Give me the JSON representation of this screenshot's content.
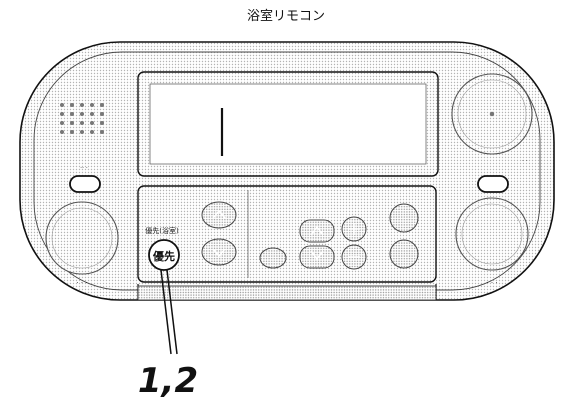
{
  "title": "浴室リモコン",
  "callout": "1,2",
  "buttons": {
    "priority_label": "優先",
    "priority_caption": "優先(浴室)"
  },
  "colors": {
    "outline": "#111111",
    "dot_fill": "#bdbdbd",
    "paper": "#ffffff"
  }
}
